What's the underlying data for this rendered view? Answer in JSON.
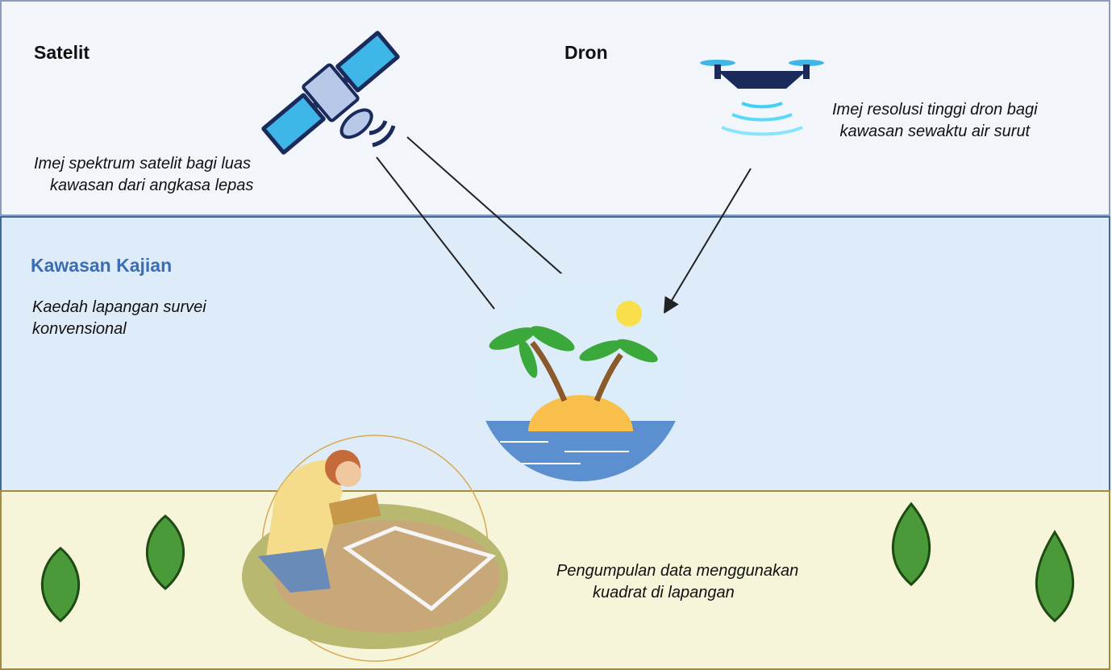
{
  "satellite": {
    "title": "Satelit",
    "caption_line1": "Imej spektrum satelit bagi luas",
    "caption_line2": "kawasan dari angkasa lepas"
  },
  "drone": {
    "title": "Dron",
    "caption_line1": "Imej resolusi tinggi dron bagi",
    "caption_line2": "kawasan sewaktu air surut"
  },
  "study_area": {
    "title": "Kawasan Kajian",
    "caption_line1": "Kaedah lapangan survei",
    "caption_line2": "konvensional",
    "title_color": "#3b6db5"
  },
  "field": {
    "caption_line1": "Pengumpulan data menggunakan",
    "caption_line2": "kuadrat di lapangan"
  }
}
